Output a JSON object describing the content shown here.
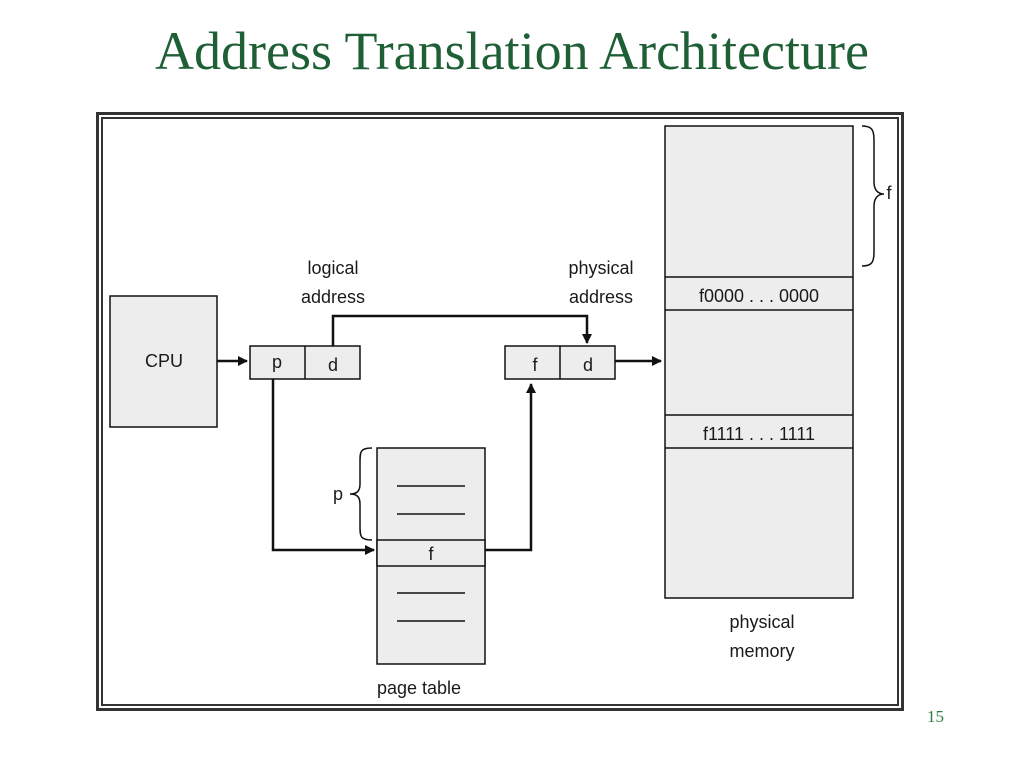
{
  "slide": {
    "title": "Address Translation Architecture",
    "page_number": "15"
  },
  "diagram": {
    "cpu_label": "CPU",
    "logical_address": {
      "line1": "logical",
      "line2": "address",
      "fields": [
        "p",
        "d"
      ]
    },
    "physical_address": {
      "line1": "physical",
      "line2": "address",
      "fields": [
        "f",
        "d"
      ]
    },
    "page_table": {
      "label": "page table",
      "brace_label": "p",
      "entry_label": "f"
    },
    "physical_memory": {
      "line1": "physical",
      "line2": "memory",
      "brace_label": "f",
      "frame_start": "f0000 . . . 0000",
      "frame_end": "f1111 . . . 1111"
    }
  },
  "colors": {
    "title": "#1f5f36",
    "box_fill": "#ededed",
    "line": "#111111",
    "page_number": "#2e7d3f"
  }
}
